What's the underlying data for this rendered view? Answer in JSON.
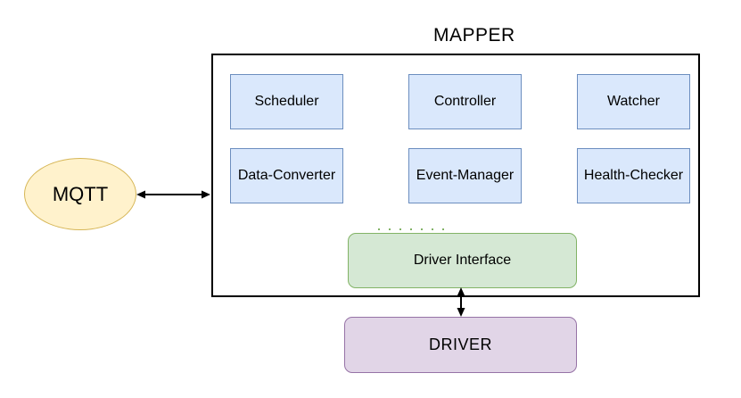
{
  "diagram": {
    "title": "MAPPER",
    "mqtt_label": "MQTT",
    "modules": [
      "Scheduler",
      "Controller",
      "Watcher",
      "Data-Converter",
      "Event-Manager",
      "Health-Checker"
    ],
    "driver_interface_label": "Driver Interface",
    "driver_label": "DRIVER"
  },
  "colors": {
    "module_fill": "#dae8fc",
    "module_border": "#6c8ebf",
    "interface_fill": "#d5e8d4",
    "interface_border": "#82b366",
    "driver_fill": "#e1d5e7",
    "driver_border": "#9673a6",
    "mqtt_fill": "#fff2cc",
    "mqtt_border": "#d6b656",
    "container_border": "#000000",
    "arrow_color": "#000000"
  }
}
